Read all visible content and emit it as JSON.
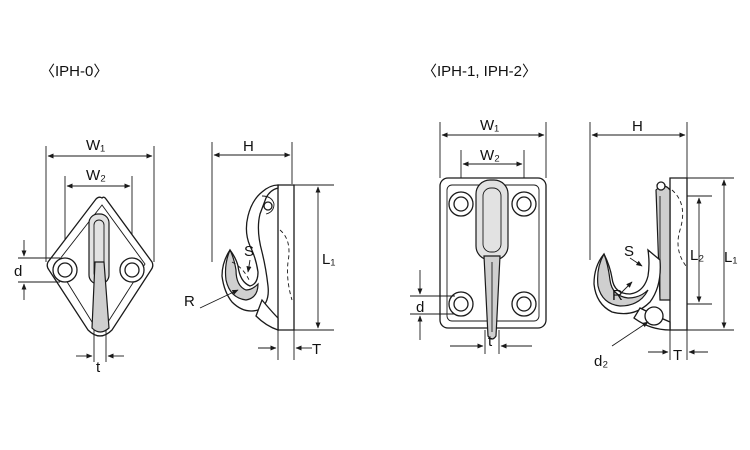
{
  "figure_a": {
    "heading": "〈IPH-0〉",
    "labels": {
      "w1": "W₁",
      "w2": "W₂",
      "d": "d",
      "t": "t",
      "h": "H",
      "l1": "L₁",
      "s": "S",
      "r": "R",
      "big_t": "T"
    }
  },
  "figure_b": {
    "heading": "〈IPH-1, IPH-2〉",
    "labels": {
      "w1": "W₁",
      "w2": "W₂",
      "d": "d",
      "t": "t",
      "h": "H",
      "l2": "L₂",
      "l1": "L₁",
      "s": "S",
      "r": "R",
      "big_t": "T",
      "d2": "d₂"
    }
  }
}
